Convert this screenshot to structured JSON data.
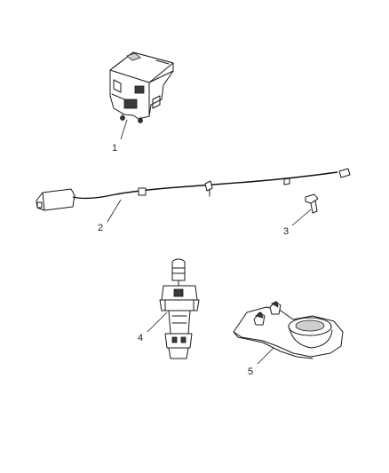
{
  "callouts": {
    "c1": "1",
    "c2": "2",
    "c3": "3",
    "c4": "4",
    "c5": "5"
  },
  "colors": {
    "background": "#ffffff",
    "line": "#1a1a1a"
  }
}
